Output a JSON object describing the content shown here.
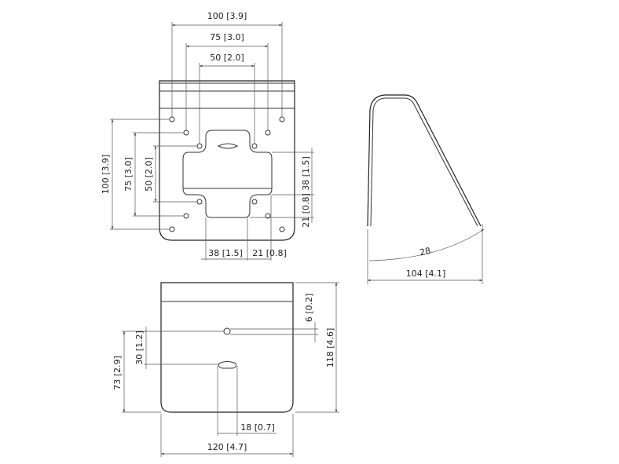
{
  "front_view": {
    "dim_h_100": "100 [3.9]",
    "dim_h_75": "75 [3.0]",
    "dim_h_50": "50 [2.0]",
    "dim_v_100": "100 [3.9]",
    "dim_v_75": "75 [3.0]",
    "dim_v_50": "50 [2.0]",
    "dim_v_38": "38 [1.5]",
    "dim_v_21": "21 [0.8]",
    "dim_h_38": "38 [1.5]",
    "dim_h_21": "21 [0.8]"
  },
  "side_view": {
    "dim_width": "104 [4.1]",
    "dim_angle": "28"
  },
  "bottom_view": {
    "dim_6": "6 [0.2]",
    "dim_118": "118 [4.6]",
    "dim_30": "30 [1.2]",
    "dim_73": "73 [2.9]",
    "dim_18": "18 [0.7]",
    "dim_120": "120 [4.7]"
  }
}
